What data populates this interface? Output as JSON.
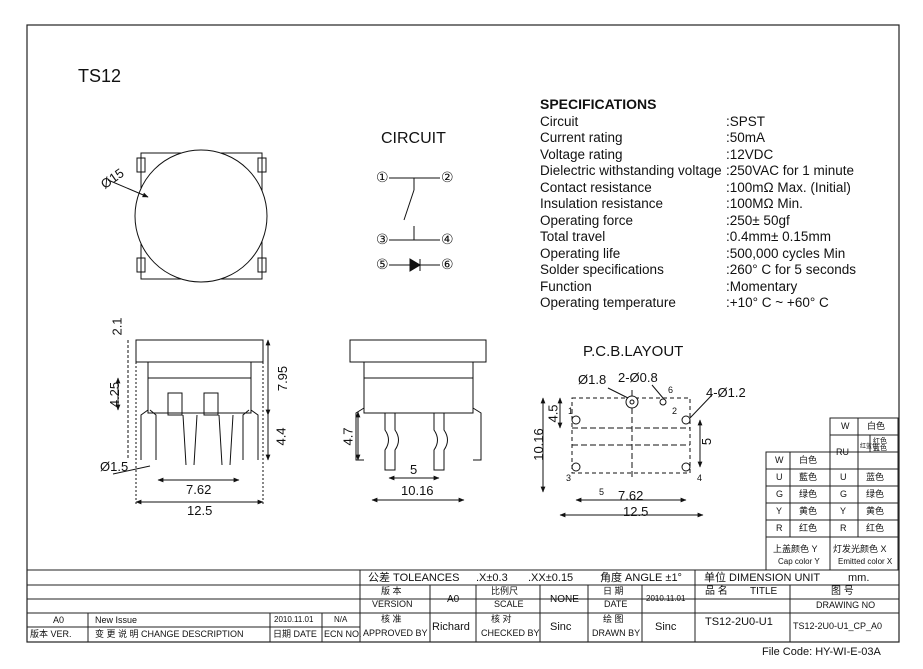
{
  "model": "TS12",
  "circuit_title": "CIRCUIT",
  "pcb_title": "P.C.B.LAYOUT",
  "specifications": {
    "heading": "SPECIFICATIONS",
    "rows": [
      {
        "label": "Circuit",
        "value": ":SPST"
      },
      {
        "label": "Current rating",
        "value": ":50mA"
      },
      {
        "label": "Voltage rating",
        "value": ":12VDC"
      },
      {
        "label": "Dielectric withstanding voltage",
        "value": ":250VAC for 1 minute"
      },
      {
        "label": "Contact resistance",
        "value": ":100mΩ  Max. (Initial)"
      },
      {
        "label": "Insulation resistance",
        "value": ":100MΩ  Min."
      },
      {
        "label": "Operating force",
        "value": ":250± 50gf"
      },
      {
        "label": "Total travel",
        "value": ":0.4mm± 0.15mm"
      },
      {
        "label": "Operating life",
        "value": ":500,000 cycles Min"
      },
      {
        "label": "Solder specifications",
        "value": ":260°  C for 5 seconds"
      },
      {
        "label": "Function",
        "value": ":Momentary"
      },
      {
        "label": "Operating temperature",
        "value": ":+10°  C ~ +60°  C"
      }
    ]
  },
  "circuit_pins": [
    "①",
    "②",
    "③",
    "④",
    "⑤",
    "⑥"
  ],
  "dimensions": {
    "top_diameter": "Ø15",
    "cap_height": "2.1",
    "body_height": "4.25",
    "total_height": "7.95",
    "pin_length": "4.4",
    "pin_dia": "Ø1.5",
    "pin_span": "7.62",
    "body_width": "12.5",
    "side_pin_length": "4.7",
    "side_pin_span": "5",
    "side_width": "10.16",
    "pcb_hole_a": "Ø1.8",
    "pcb_hole_b": "2-Ø0.8",
    "pcb_hole_c": "4-Ø1.2",
    "pcb_dim_6": "6",
    "pcb_dim_45": "4.5",
    "pcb_dim_1016": "10.16",
    "pcb_dim_5": "5",
    "pcb_dim_5b": "5",
    "pcb_dim_762": "7.62",
    "pcb_dim_125": "12.5",
    "pcb_pin1": "1",
    "pcb_pin2": "2",
    "pcb_pin3": "3",
    "pcb_pin4": "4"
  },
  "color_table_cap": {
    "rows": [
      {
        "code": "W",
        "name": "白色"
      },
      {
        "code": "U",
        "name": "藍色"
      },
      {
        "code": "G",
        "name": "绿色"
      },
      {
        "code": "Y",
        "name": "黄色"
      },
      {
        "code": "R",
        "name": "红色"
      }
    ],
    "caption_cn": "上盖颜色 Y",
    "caption_en": "Cap color Y"
  },
  "color_table_led": {
    "top_rows": [
      {
        "code": "W",
        "name": "白色"
      },
      {
        "code": "RU",
        "name": "红色"
      },
      {
        "code": "",
        "name": "红蓝色"
      },
      {
        "code": "",
        "name": "蓝色"
      }
    ],
    "rows": [
      {
        "code": "U",
        "name": "蓝色"
      },
      {
        "code": "G",
        "name": "绿色"
      },
      {
        "code": "Y",
        "name": "黄色"
      },
      {
        "code": "R",
        "name": "红色"
      }
    ],
    "caption_cn": "灯发光颜色 X",
    "caption_en": "Emitted color X"
  },
  "title_block": {
    "tolerance_label": "公差 TOLEANCES",
    "tol_x": ".X±0.3",
    "tol_xx": ".XX±0.15",
    "angle": "角度 ANGLE ±1°",
    "unit_label": "单位   DIMENSION UNIT",
    "unit_value": "mm.",
    "version_cn": "版  本",
    "version_en": "VERSION",
    "version_value": "A0",
    "scale_cn": "比例尺",
    "scale_en": "SCALE",
    "scale_value": "NONE",
    "date_cn": "日  期",
    "date_en": "DATE",
    "date_value": "2010.11.01",
    "name_cn": "品  名",
    "title_en": "TITLE",
    "drawing_cn": "图    号",
    "drawing_en": "DRAWING NO",
    "approved_cn": "核  准",
    "approved_en": "APPROVED BY",
    "approved_value": "Richard",
    "checked_cn": "核  对",
    "checked_en": "CHECKED BY",
    "checked_value": "Sinc",
    "drawn_cn": "绘  图",
    "drawn_en": "DRAWN BY",
    "drawn_value": "Sinc",
    "title_value": "TS12-2U0-U1",
    "drawing_value": "TS12-2U0-U1_CP_A0",
    "rev_ver": "A0",
    "rev_desc": "New Issue",
    "rev_date": "2010.11.01",
    "rev_ecn": "N/A",
    "hdr_ver": "版本 VER.",
    "hdr_desc": "变  更  说  明   CHANGE DESCRIPTION",
    "hdr_date": "日期 DATE",
    "hdr_ecn": "ECN NO.",
    "file_code": "File Code: HY-WI-E-03A"
  }
}
